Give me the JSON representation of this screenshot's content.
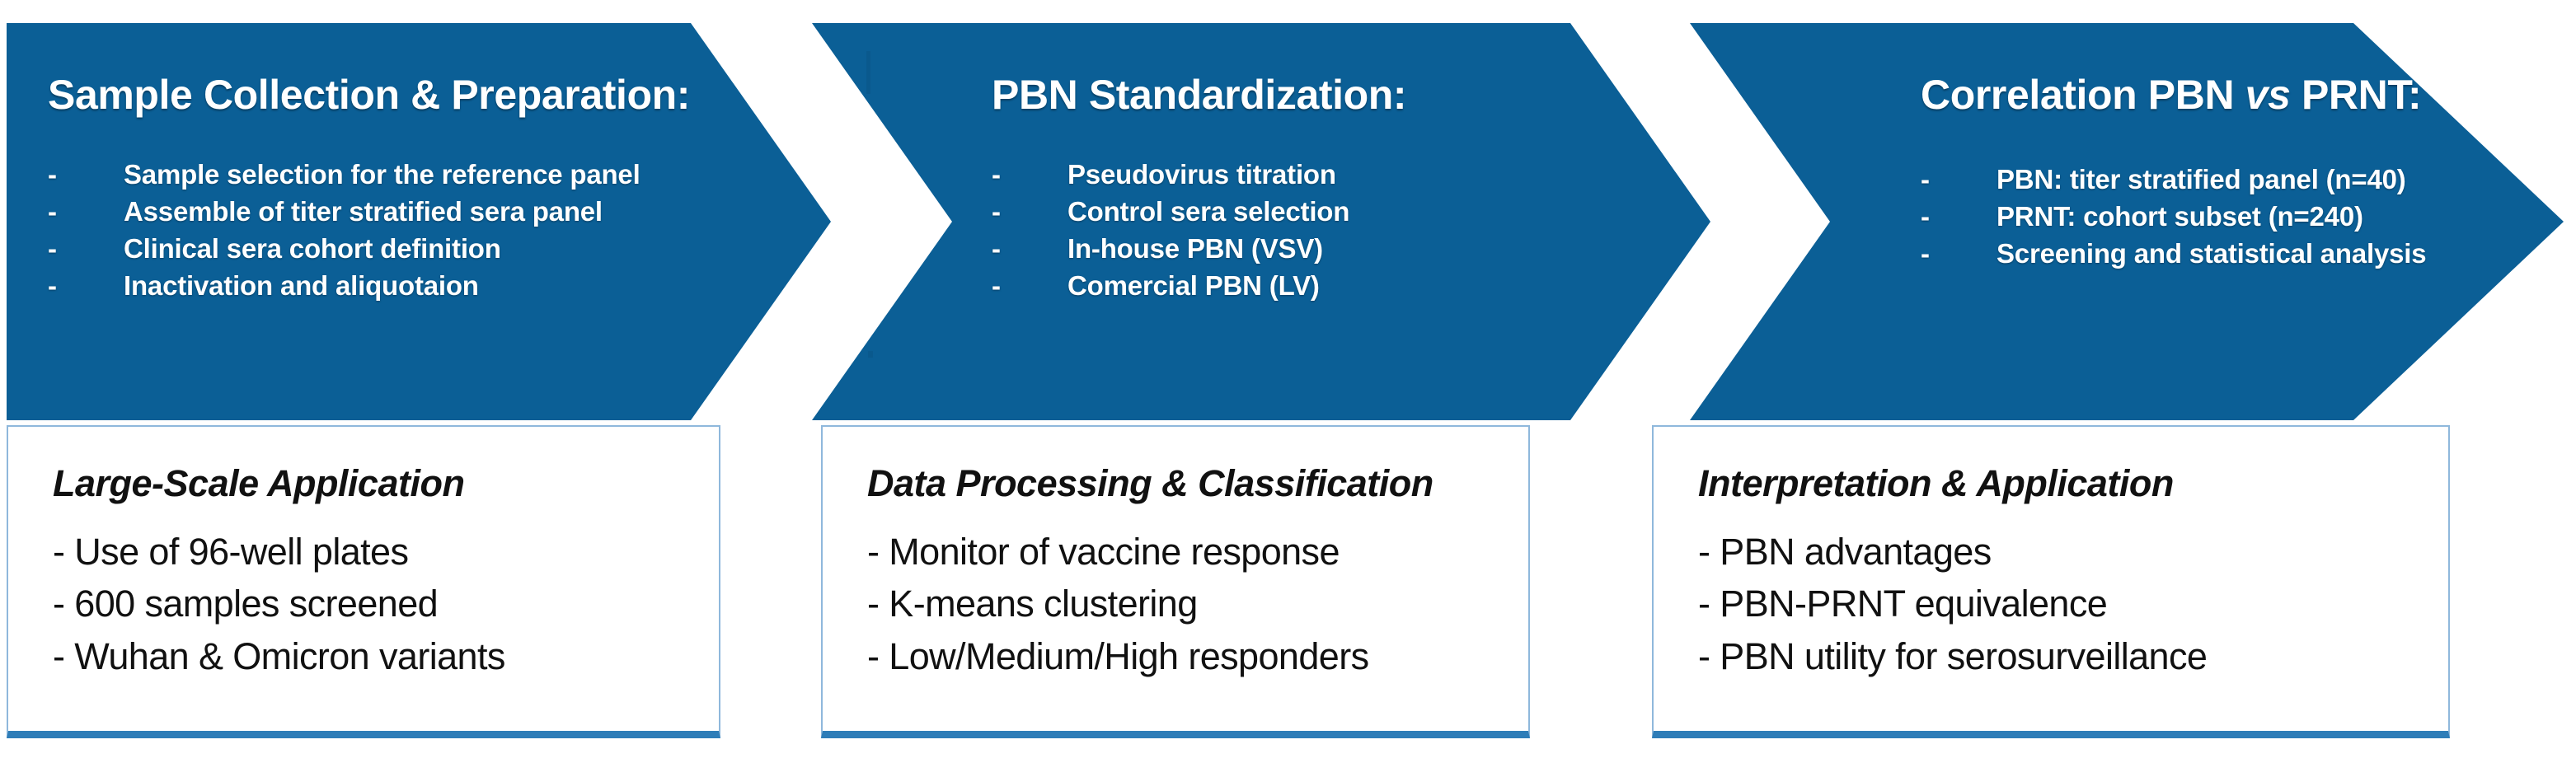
{
  "theme": {
    "chevron_fill": "#0B5F96",
    "chevron_text": "#FFFFFF",
    "card_border": "#8FB8DC",
    "card_bottom_border": "#2E7DB8",
    "card_text": "#111111",
    "page_background": "#FFFFFF"
  },
  "stages": [
    {
      "id": "stage-1",
      "title": "Sample Collection & Preparation:",
      "title_plain": "Sample Collection & Preparation:",
      "bullet_marker": "-",
      "bullets": [
        "Sample selection for the reference panel",
        "Assemble of titer stratified sera panel",
        "Clinical sera cohort definition",
        "Inactivation and aliquotaion"
      ],
      "card": {
        "heading": "Large-Scale Application",
        "items": [
          "- Use of 96-well plates",
          "- 600 samples screened",
          "- Wuhan & Omicron variants"
        ]
      }
    },
    {
      "id": "stage-2",
      "title": "PBN Standardization:",
      "title_plain": "PBN Standardization:",
      "bullet_marker": "-",
      "bullets": [
        "Pseudovirus titration",
        "Control sera selection",
        "In-house PBN (VSV)",
        "Comercial PBN (LV)"
      ],
      "card": {
        "heading": "Data Processing & Classification",
        "items": [
          "- Monitor of vaccine response",
          "- K-means clustering",
          "- Low/Medium/High responders"
        ]
      }
    },
    {
      "id": "stage-3",
      "title_pre": "Correlation PBN ",
      "title_em": "vs",
      "title_post": " PRNT:",
      "title_plain": "Correlation PBN vs PRNT:",
      "bullet_marker": "-",
      "bullets": [
        "PBN: titer stratified panel (n=40)",
        "PRNT: cohort subset (n=240)",
        "Screening and statistical analysis"
      ],
      "card": {
        "heading": "Interpretation & Application",
        "items": [
          "- PBN advantages",
          "- PBN-PRNT equivalence",
          "- PBN utility for serosurveillance"
        ]
      }
    }
  ]
}
